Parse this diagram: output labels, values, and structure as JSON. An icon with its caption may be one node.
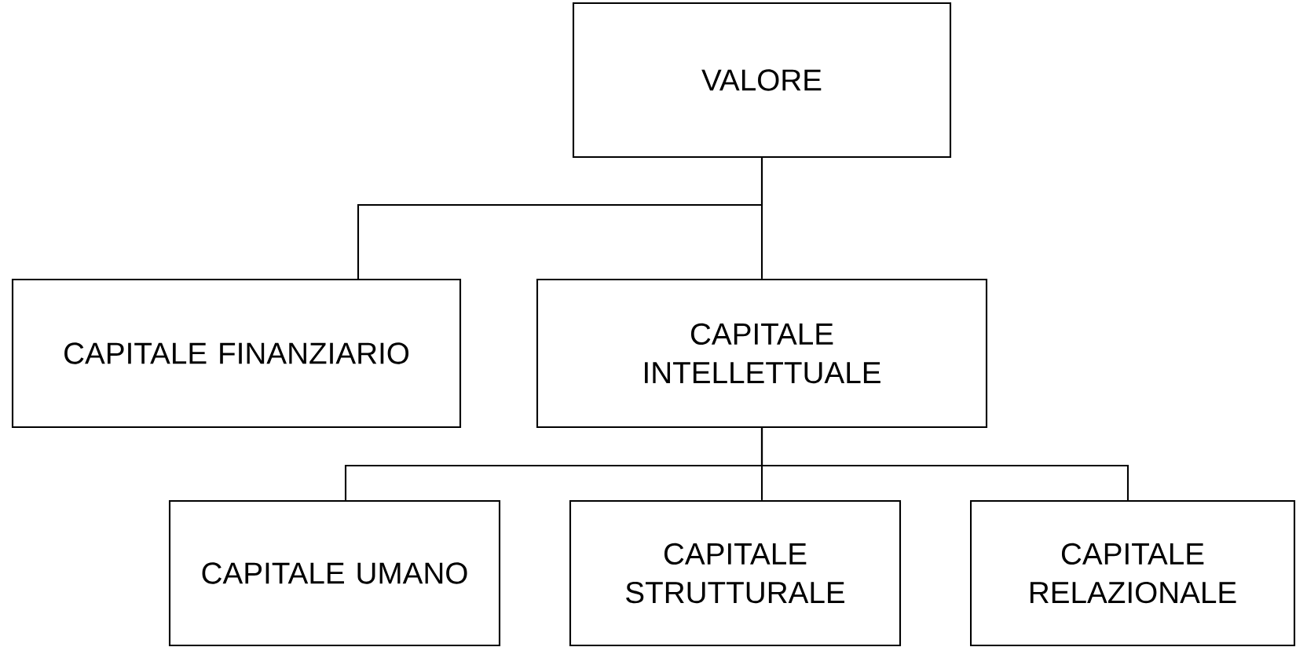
{
  "diagram": {
    "nodes": [
      {
        "text": [
          "VALORE"
        ]
      },
      {
        "text": [
          "CAPITALE FINANZIARIO"
        ]
      },
      {
        "text": [
          "CAPITALE INTELLETTUALE"
        ]
      },
      {
        "text": [
          "CAPITALE UMANO"
        ]
      },
      {
        "text": [
          "CAPITALE STRUTTURALE"
        ]
      },
      {
        "text": [
          "CAPITALE RELAZIONALE"
        ]
      }
    ],
    "edges": [
      {
        "from": 0,
        "to": 1,
        "arrow": "none"
      },
      {
        "from": 0,
        "to": 2,
        "arrow": "none"
      },
      {
        "from": 2,
        "to": 3,
        "arrow": "none"
      },
      {
        "from": 2,
        "to": 4,
        "arrow": "none"
      },
      {
        "from": 2,
        "to": 5,
        "arrow": "none"
      }
    ]
  }
}
